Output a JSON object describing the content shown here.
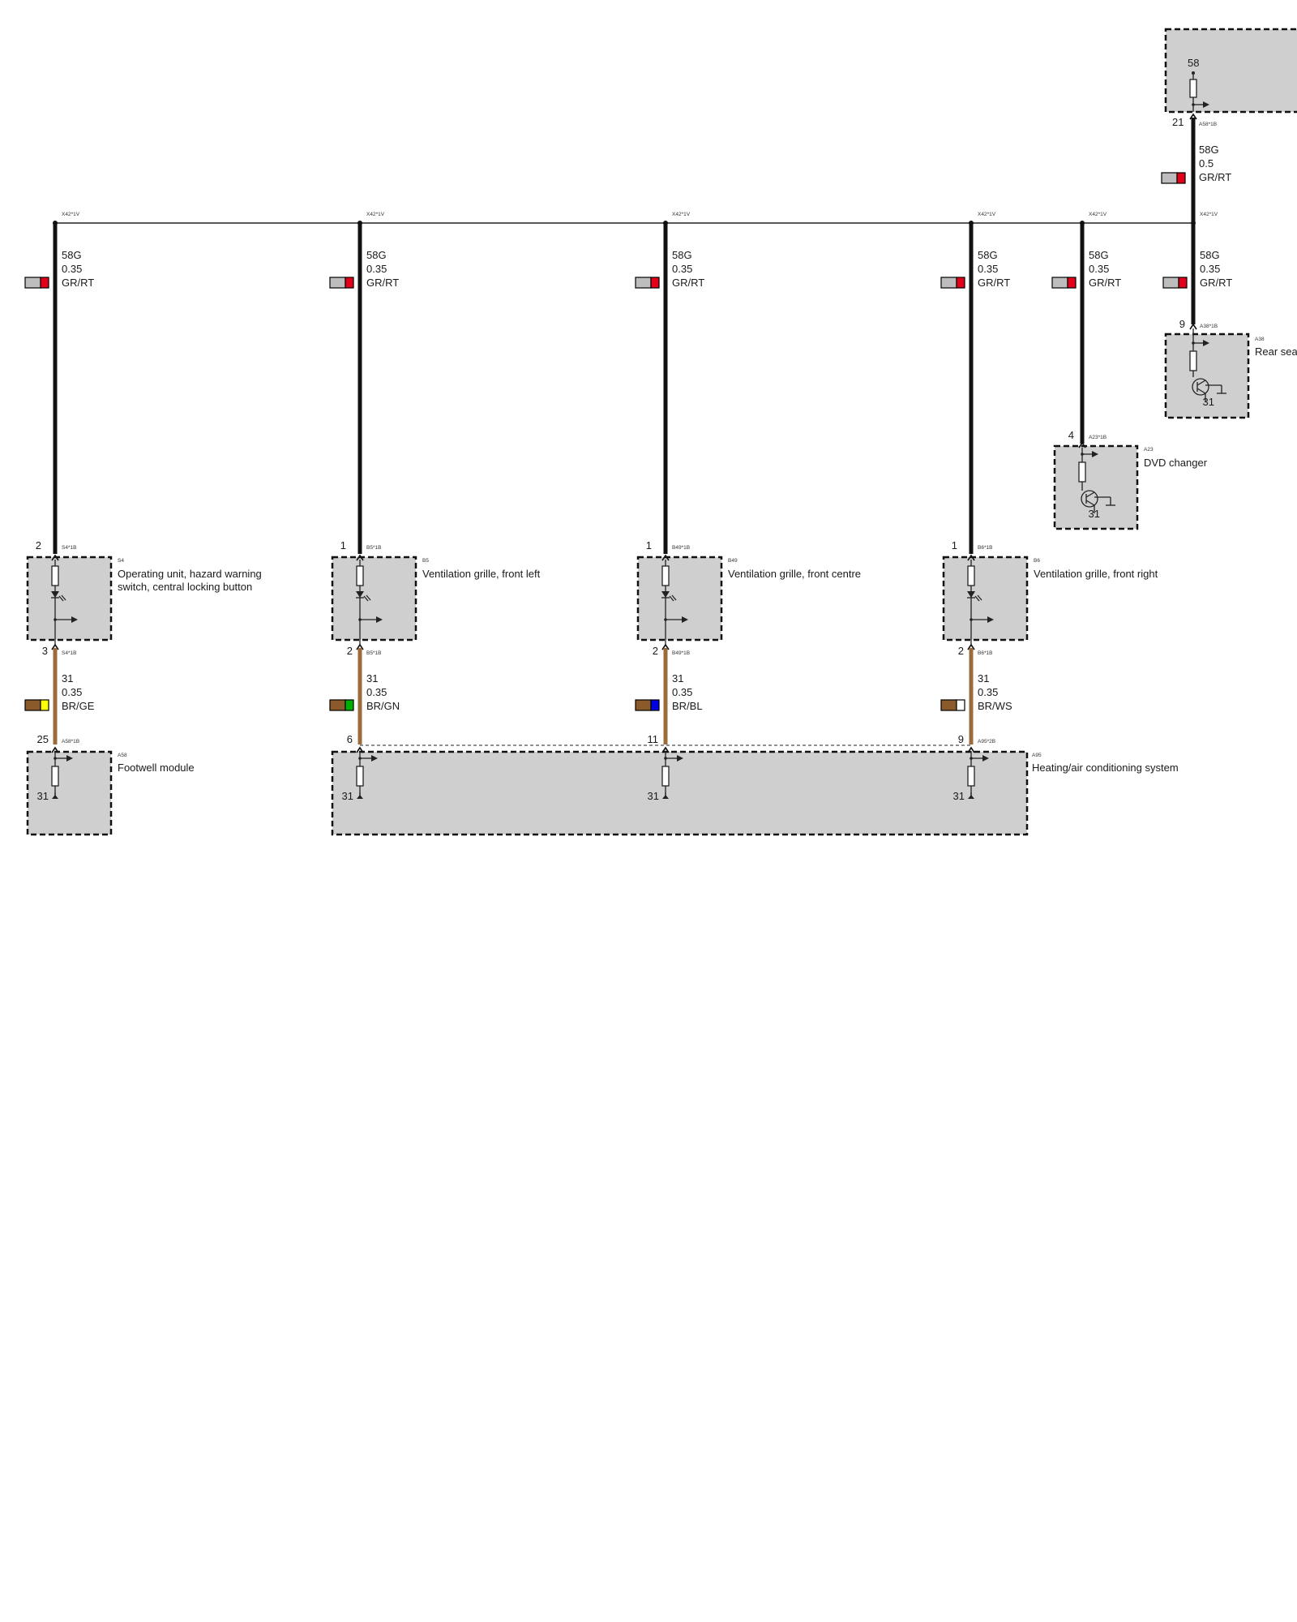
{
  "colors": {
    "wire_black": "#111111",
    "wire_brown": "#9c6b3c",
    "module_fill": "#cfcfcf",
    "grey": "#bdbdbd",
    "red": "#e3001b",
    "brown": "#8b5a2b",
    "yellow": "#ffff00",
    "green": "#00b000",
    "blue": "#0000e0",
    "white": "#ffffff"
  },
  "bus": {
    "connector": "X42*1V"
  },
  "top_module": {
    "pin_58": "58",
    "pin_21": "21",
    "connector": "A58*1B",
    "wire": {
      "signal": "58G",
      "size": "0.5",
      "color_code": "GR/RT",
      "swatch": [
        "grey",
        "red"
      ]
    }
  },
  "supply_wires": [
    {
      "id": "s4",
      "signal": "58G",
      "size": "0.35",
      "color_code": "GR/RT",
      "swatch": [
        "grey",
        "red"
      ]
    },
    {
      "id": "b5",
      "signal": "58G",
      "size": "0.35",
      "color_code": "GR/RT",
      "swatch": [
        "grey",
        "red"
      ]
    },
    {
      "id": "b49",
      "signal": "58G",
      "size": "0.35",
      "color_code": "GR/RT",
      "swatch": [
        "grey",
        "red"
      ]
    },
    {
      "id": "b6",
      "signal": "58G",
      "size": "0.35",
      "color_code": "GR/RT",
      "swatch": [
        "grey",
        "red"
      ]
    },
    {
      "id": "a23",
      "signal": "58G",
      "size": "0.35",
      "color_code": "GR/RT",
      "swatch": [
        "grey",
        "red"
      ]
    },
    {
      "id": "a38",
      "signal": "58G",
      "size": "0.35",
      "color_code": "GR/RT",
      "swatch": [
        "grey",
        "red"
      ]
    }
  ],
  "components": [
    {
      "id": "s4",
      "code": "S4",
      "name_lines": [
        "Operating unit, hazard warning",
        "switch, central locking button"
      ],
      "pin_top": "2",
      "conn_top": "S4*1B",
      "pin_bottom": "3",
      "conn_bottom": "S4*1B"
    },
    {
      "id": "b5",
      "code": "B5",
      "name_lines": [
        "Ventilation grille, front left"
      ],
      "pin_top": "1",
      "conn_top": "B5*1B",
      "pin_bottom": "2",
      "conn_bottom": "B5*1B"
    },
    {
      "id": "b49",
      "code": "B49",
      "name_lines": [
        "Ventilation grille, front centre"
      ],
      "pin_top": "1",
      "conn_top": "B49*1B",
      "pin_bottom": "2",
      "conn_bottom": "B49*1B"
    },
    {
      "id": "b6",
      "code": "B6",
      "name_lines": [
        "Ventilation grille, front right"
      ],
      "pin_top": "1",
      "conn_top": "B6*1B",
      "pin_bottom": "2",
      "conn_bottom": "B6*1B"
    }
  ],
  "a23": {
    "code": "A23",
    "name": "DVD changer",
    "pin": "4",
    "connector": "A23*1B",
    "ground": "31"
  },
  "a38": {
    "code": "A38",
    "name": "Rear sea",
    "pin": "9",
    "connector": "A38*1B",
    "ground": "31"
  },
  "ground_wires": [
    {
      "id": "s4",
      "signal": "31",
      "size": "0.35",
      "color_code": "BR/GE",
      "swatch": [
        "brown",
        "yellow"
      ]
    },
    {
      "id": "b5",
      "signal": "31",
      "size": "0.35",
      "color_code": "BR/GN",
      "swatch": [
        "brown",
        "green"
      ]
    },
    {
      "id": "b49",
      "signal": "31",
      "size": "0.35",
      "color_code": "BR/BL",
      "swatch": [
        "brown",
        "blue"
      ]
    },
    {
      "id": "b6",
      "signal": "31",
      "size": "0.35",
      "color_code": "BR/WS",
      "swatch": [
        "brown",
        "white"
      ]
    }
  ],
  "footwell": {
    "code": "A58",
    "name": "Footwell module",
    "pin": "25",
    "connector": "A58*1B",
    "ground": "31"
  },
  "hvac": {
    "code": "A95",
    "name": "Heating/air conditioning system",
    "connector": "A95*2B",
    "pins": [
      "6",
      "11",
      "9"
    ],
    "ground": "31"
  }
}
